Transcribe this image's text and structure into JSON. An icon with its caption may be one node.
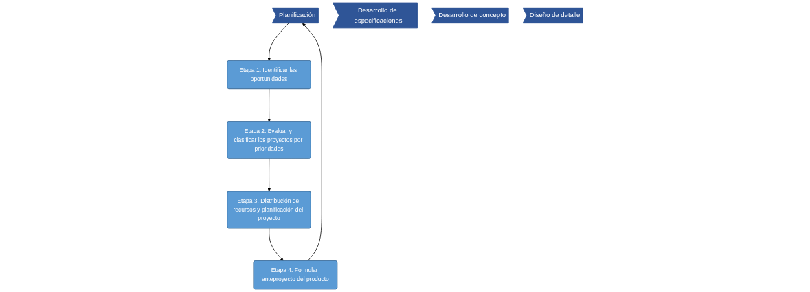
{
  "diagram": {
    "nodes": [
      {
        "text": [
          "Planificación"
        ]
      },
      {
        "text": [
          "Desarrollo de especificaciones"
        ]
      },
      {
        "text": [
          "Desarrollo de concepto"
        ]
      },
      {
        "text": [
          "Diseño de detalle"
        ]
      },
      {
        "text": [
          "Etapa 1. Identificar las oportunidades"
        ]
      },
      {
        "text": [
          "Etapa 2. Evaluar y clasificar los proyectos por prioridades"
        ]
      },
      {
        "text": [
          "Etapa 3. Distribución de recursos y planificación del proyecto"
        ]
      },
      {
        "text": [
          "Etapa 4. Formular anteproyecto del producto"
        ]
      }
    ],
    "edges": [
      {
        "from": 0,
        "to": 4,
        "arrow": "to"
      },
      {
        "from": 4,
        "to": 5,
        "arrow": "to"
      },
      {
        "from": 5,
        "to": 6,
        "arrow": "to"
      },
      {
        "from": 6,
        "to": 7,
        "arrow": "to"
      },
      {
        "from": 7,
        "to": 0,
        "arrow": "to"
      }
    ]
  }
}
